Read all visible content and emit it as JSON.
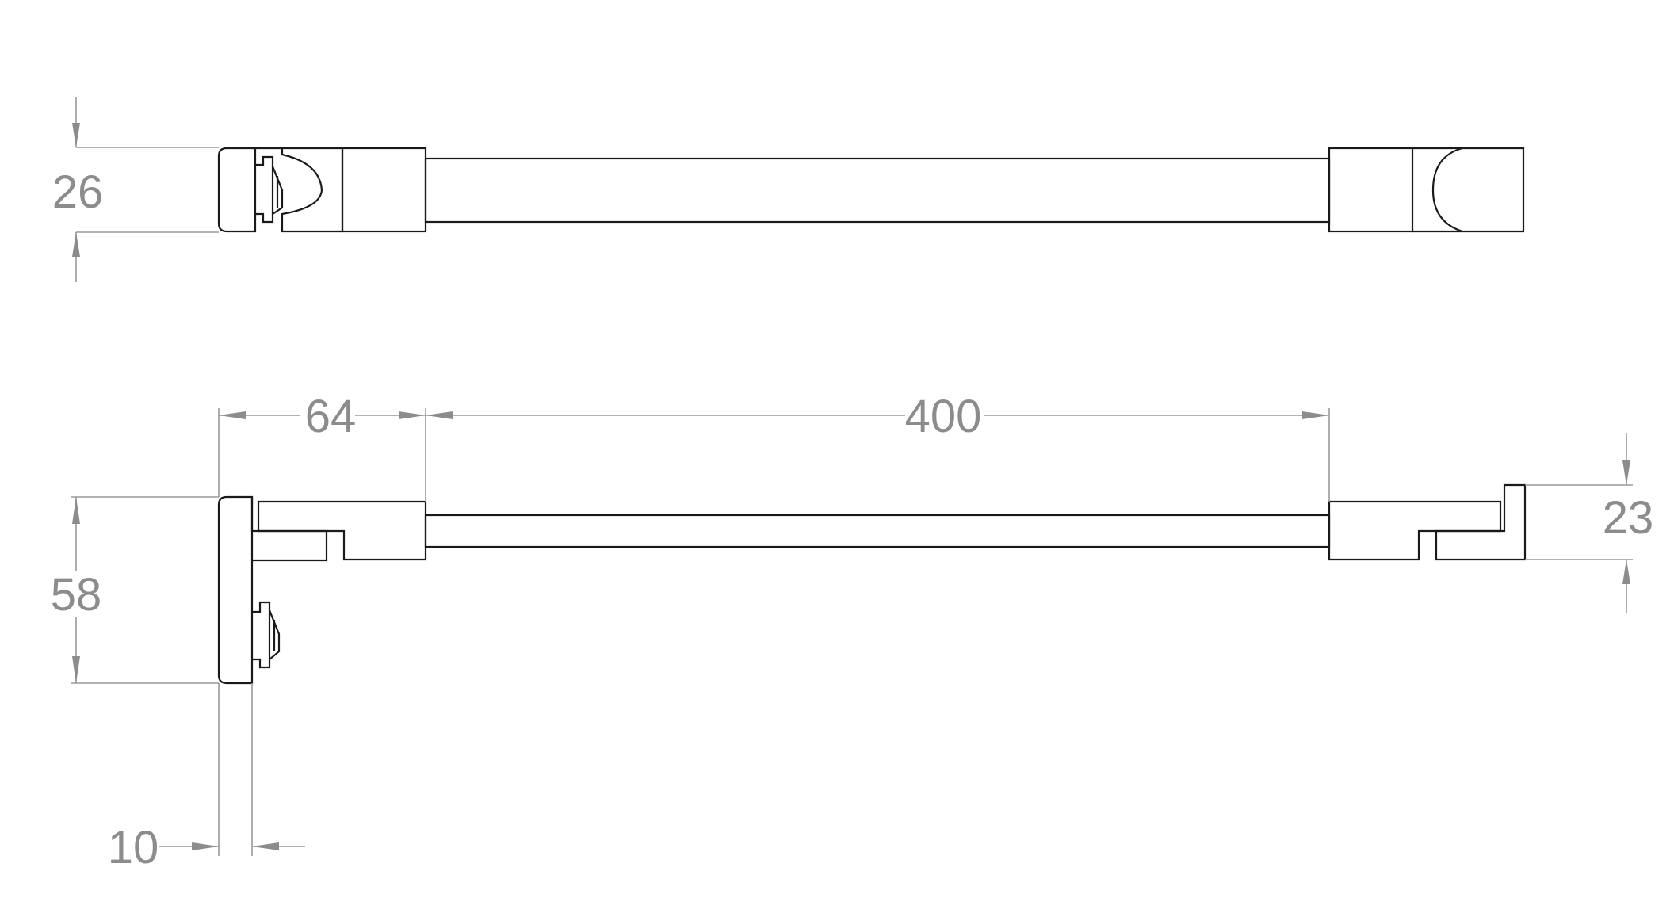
{
  "drawing": {
    "dimensions": {
      "top_height": "26",
      "arm_offset": "64",
      "bar_length": "400",
      "bracket_height": "58",
      "end_height": "23",
      "plate_thickness": "10"
    },
    "colors": {
      "part_stroke": "#1a1a1a",
      "dimension": "#8c8c8c",
      "background": "#ffffff"
    }
  }
}
